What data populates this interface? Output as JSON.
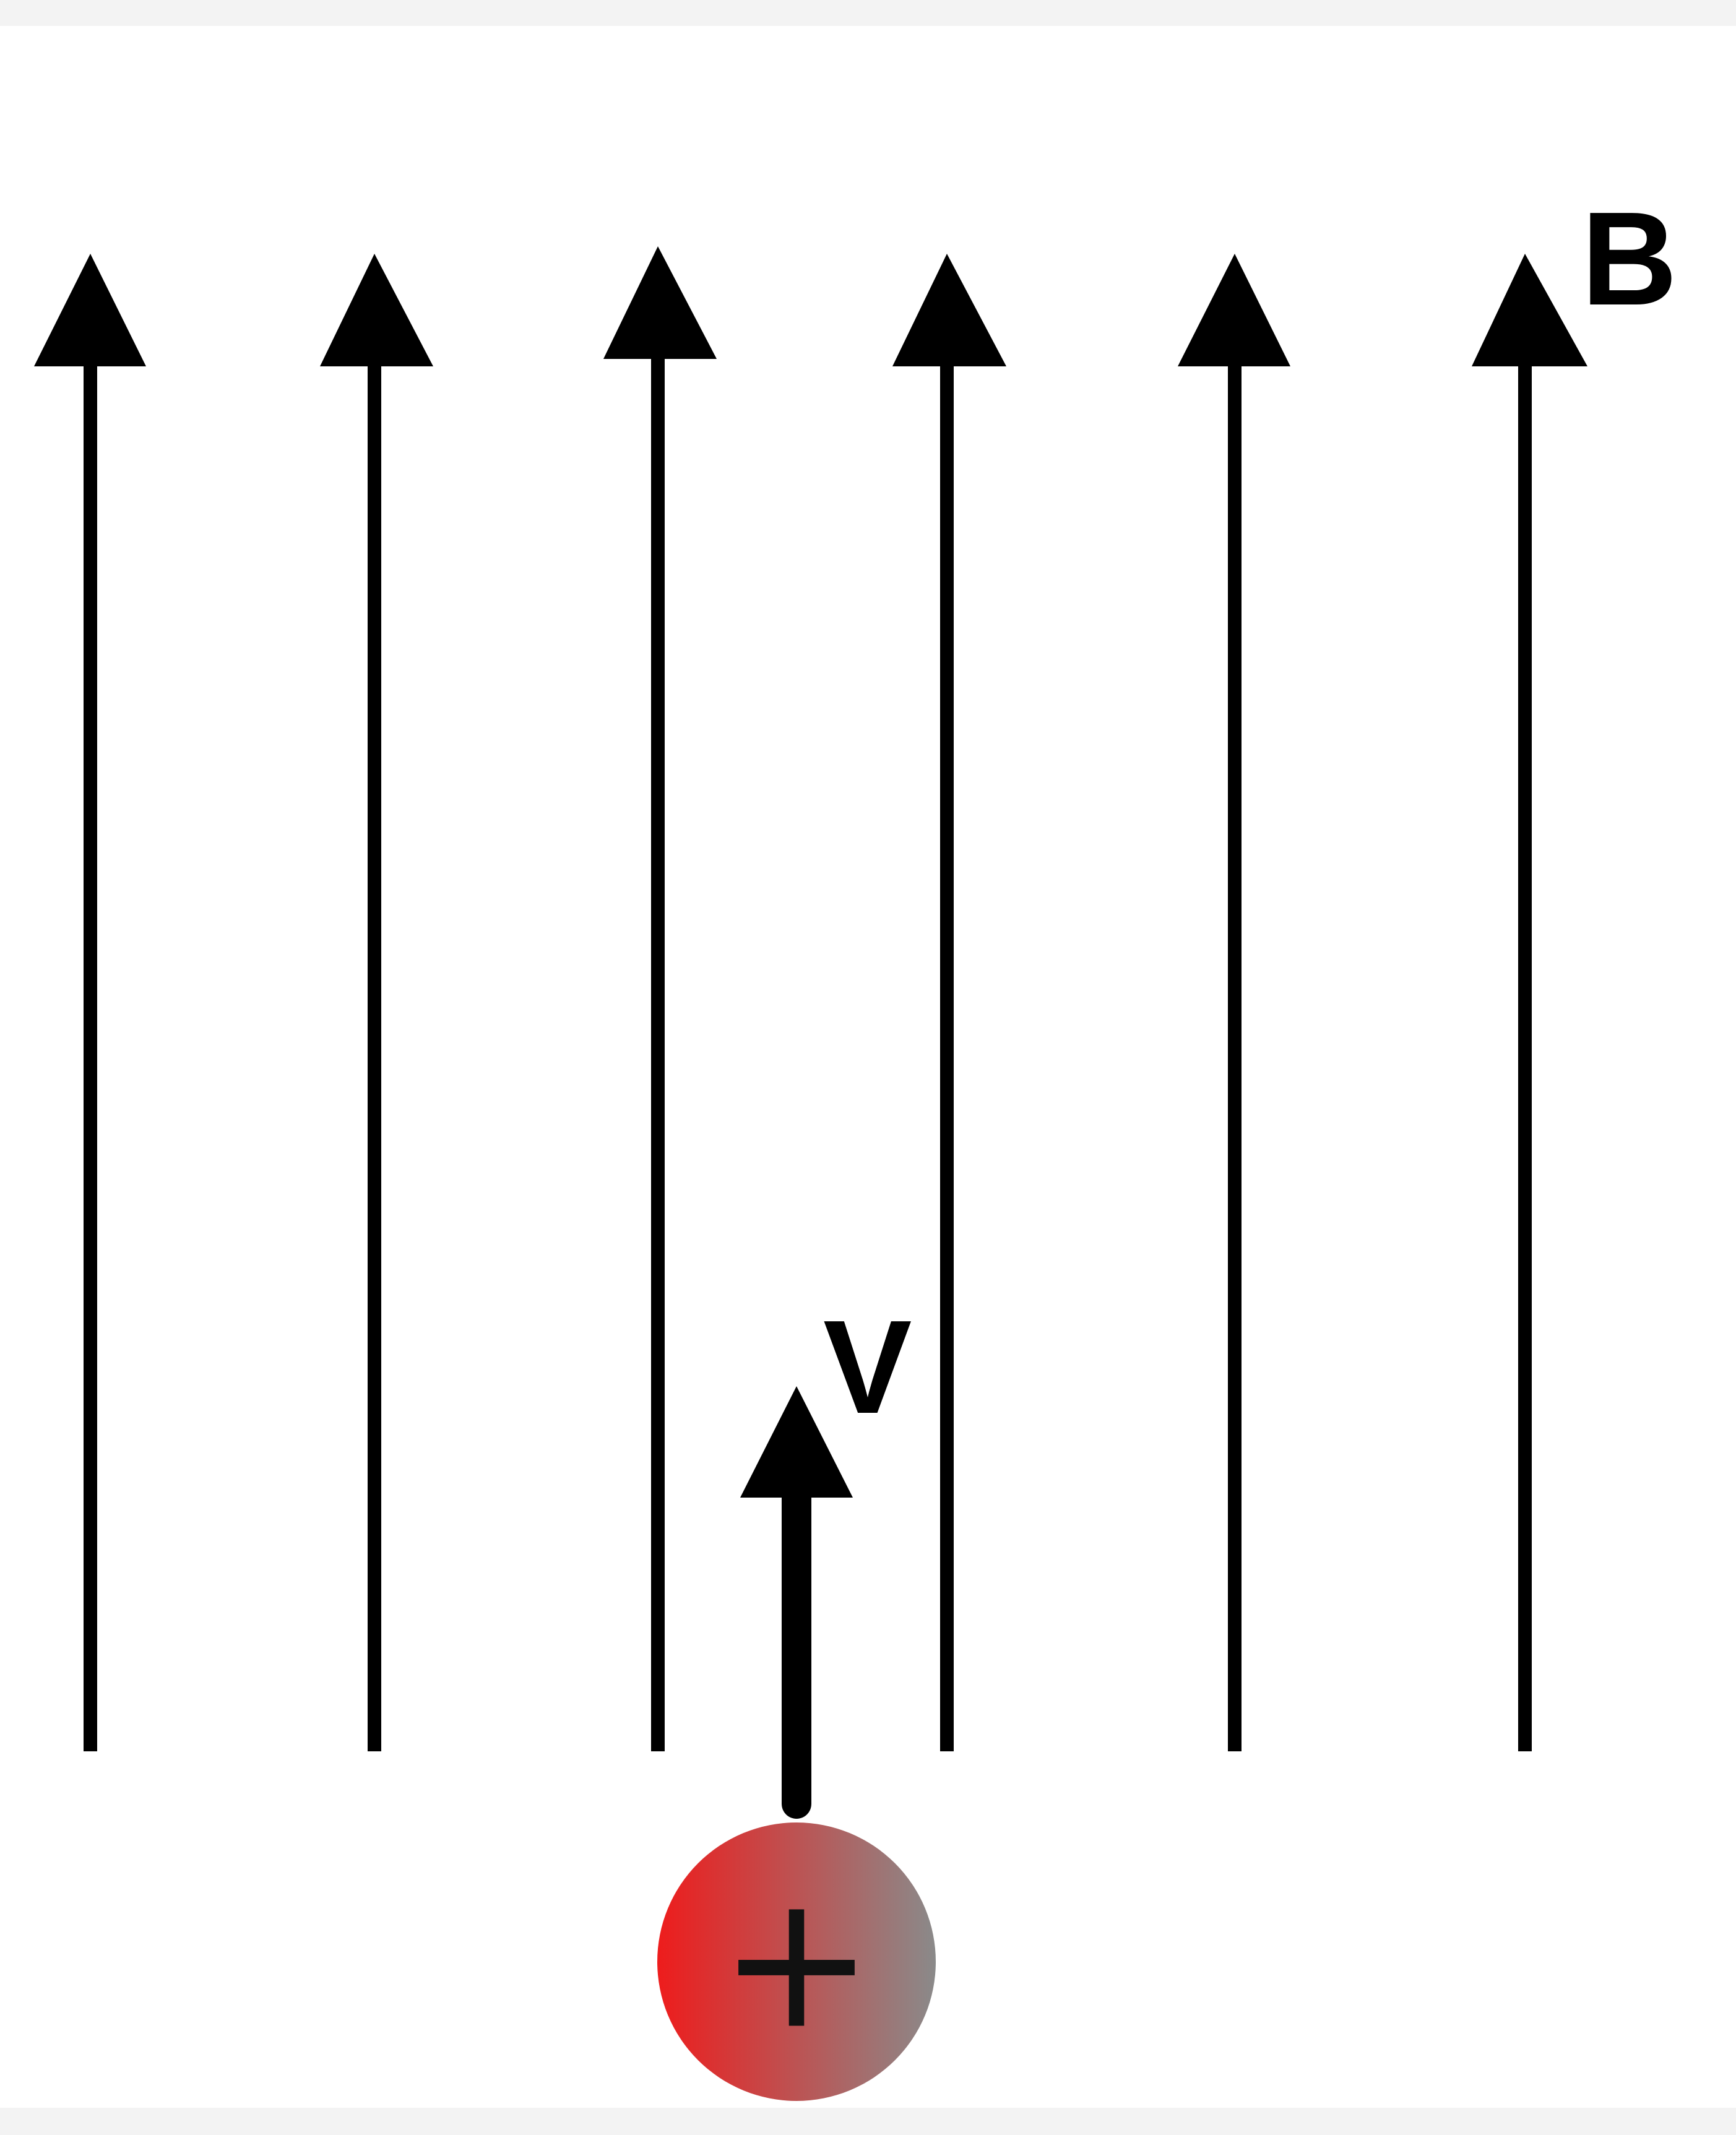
{
  "diagram": {
    "field_label": "B",
    "velocity_label": "V",
    "charge_symbol": "+",
    "field_line_count": 6,
    "colors": {
      "background": "#f3f3f3",
      "panel": "#ffffff",
      "lines": "#000000",
      "charge_light": "#ee1c1c",
      "charge_dark": "#8a8a8a"
    }
  }
}
